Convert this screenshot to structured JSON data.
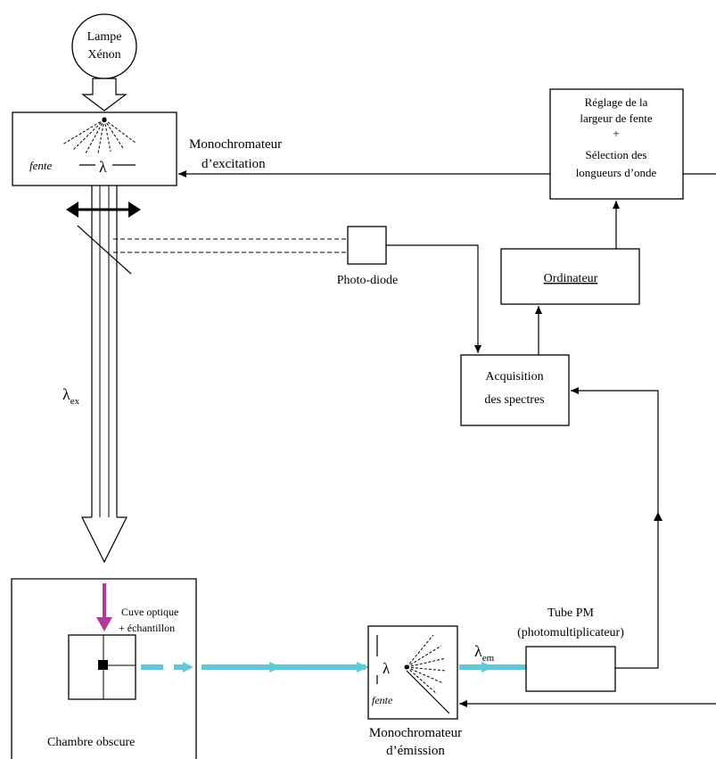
{
  "lamp": {
    "line1": "Lampe",
    "line2": "Xénon"
  },
  "excitation_mono": {
    "slit": "fente",
    "lambda": "λ",
    "label_line1": "Monochromateur",
    "label_line2": "d’excitation"
  },
  "slit_control": {
    "line1": "Réglage de la",
    "line2": "largeur de fente",
    "line3": "+",
    "line4": "Sélection des",
    "line5": "longueurs d’onde"
  },
  "computer": {
    "label": "Ordinateur"
  },
  "photodiode": {
    "label": "Photo-diode"
  },
  "acquisition": {
    "line1": "Acquisition",
    "line2": "des spectres"
  },
  "beam_ex": {
    "symbol": "λ",
    "sub": "ex"
  },
  "sample": {
    "line1": "Cuve optique",
    "line2": "+ échantillon"
  },
  "dark_chamber": {
    "label": "Chambre obscure"
  },
  "emission_mono": {
    "lambda": "λ",
    "slit": "fente",
    "label_line1": "Monochromateur",
    "label_line2": "d’émission"
  },
  "beam_em": {
    "symbol": "λ",
    "sub": "em"
  },
  "pm_tube": {
    "line1": "Tube PM",
    "line2": "(photomultiplicateur)"
  },
  "colors": {
    "emission_beam": "#5fc9dc",
    "excitation_arrow": "#b03a9a"
  }
}
